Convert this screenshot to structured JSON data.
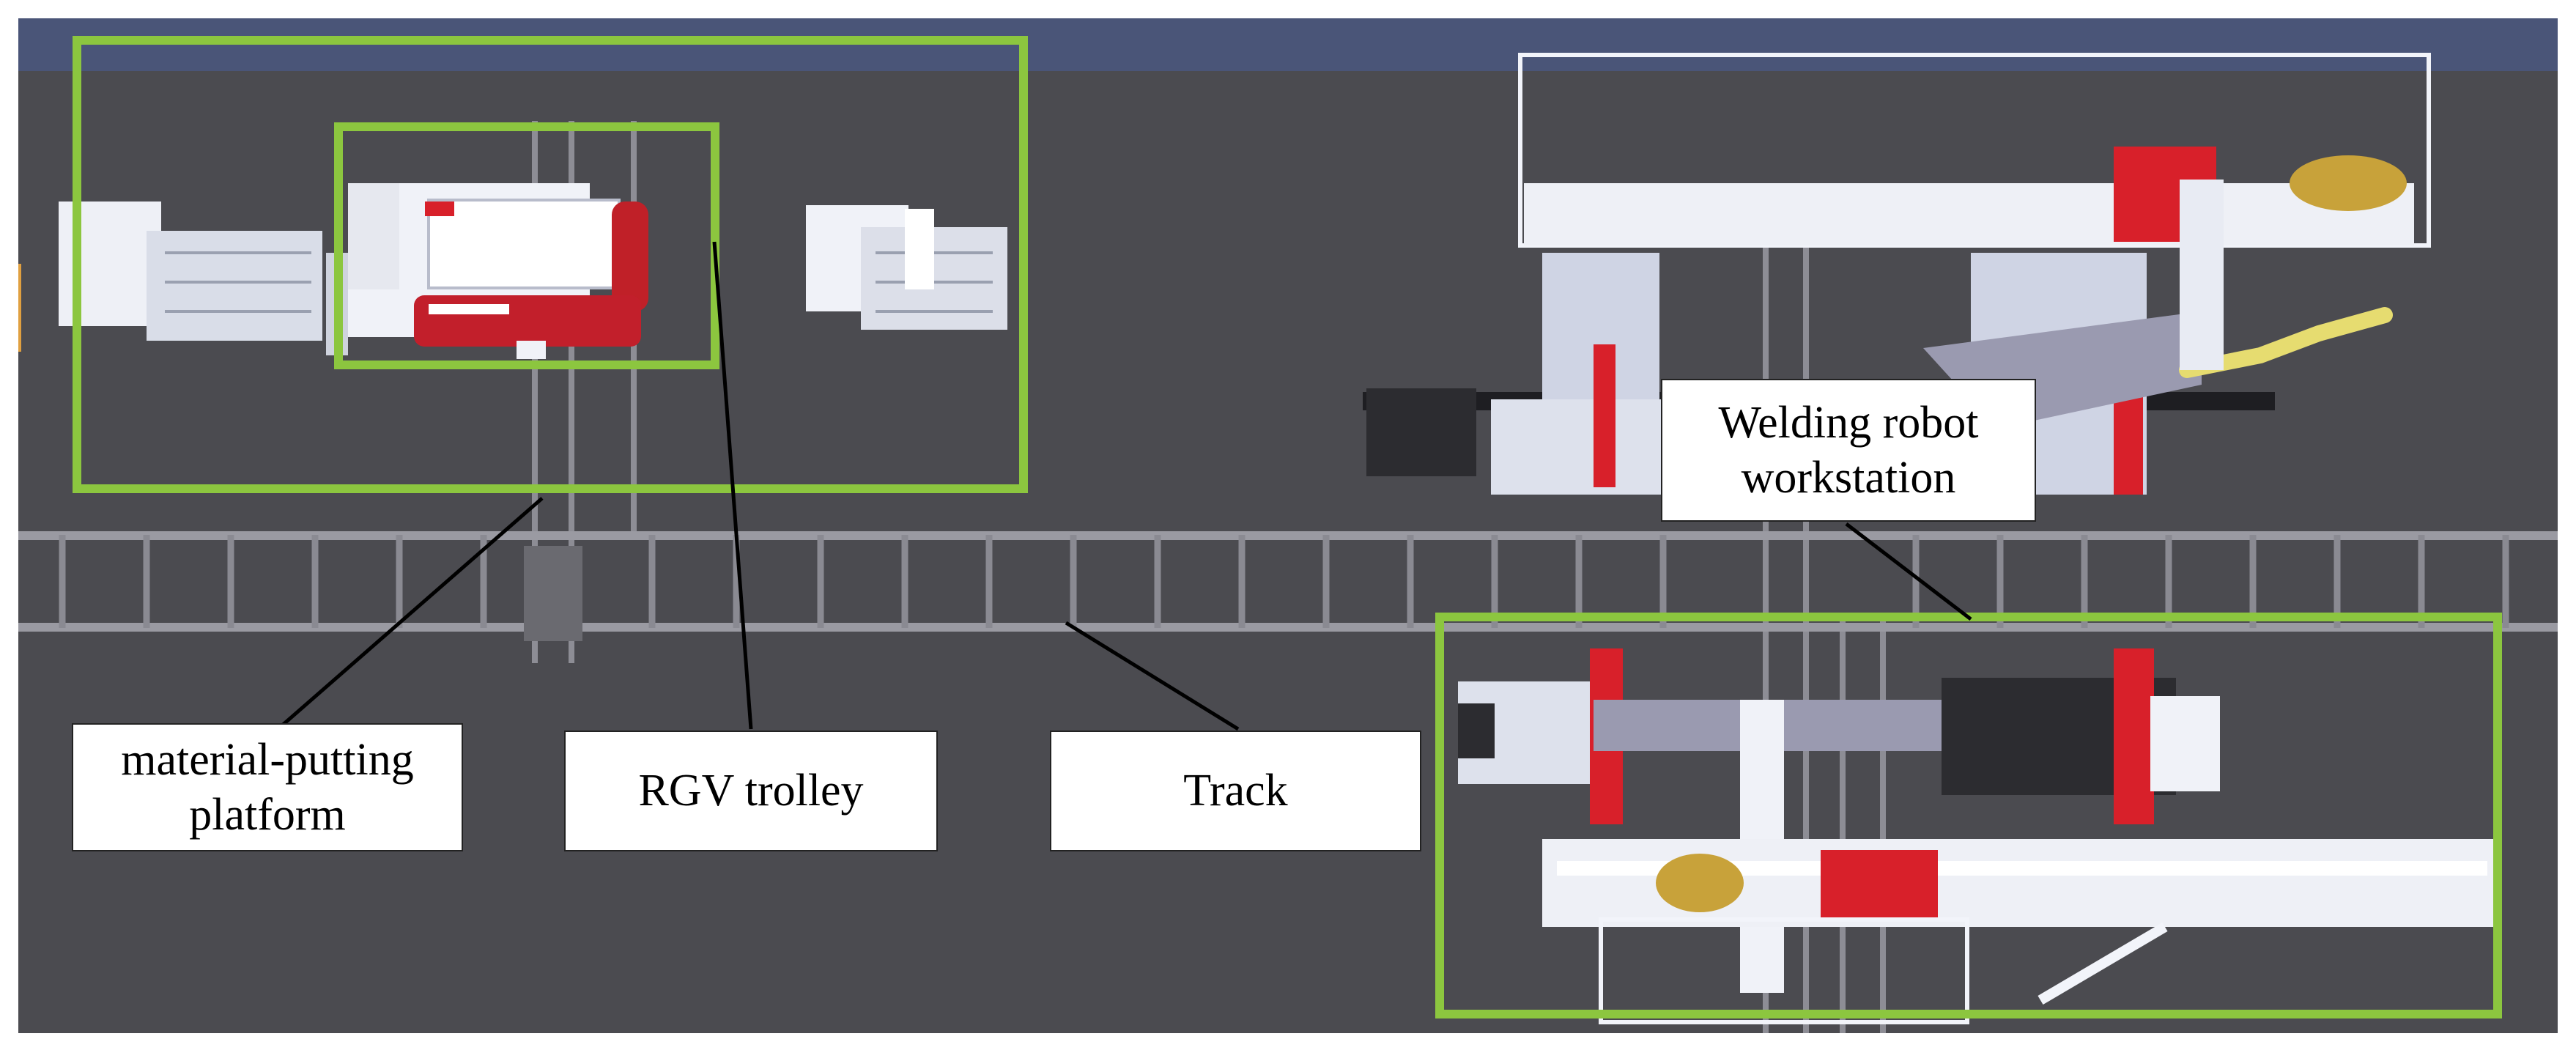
{
  "figure": {
    "labels": {
      "material_platform": [
        "material-putting",
        "platform"
      ],
      "rgv_trolley": "RGV trolley",
      "track": "Track",
      "welding_workstation": [
        "Welding robot",
        "workstation"
      ]
    },
    "colors": {
      "highlight_box": "#8cc63f",
      "floor": "#4b4b50",
      "sky": "#4a5578",
      "machine_body": "#e8ecf5",
      "accent_red": "#d8202a",
      "welding_torch": "#e6dc70",
      "gas_cylinder": "#c8a23a",
      "track_rail": "#9a9aa2"
    }
  }
}
